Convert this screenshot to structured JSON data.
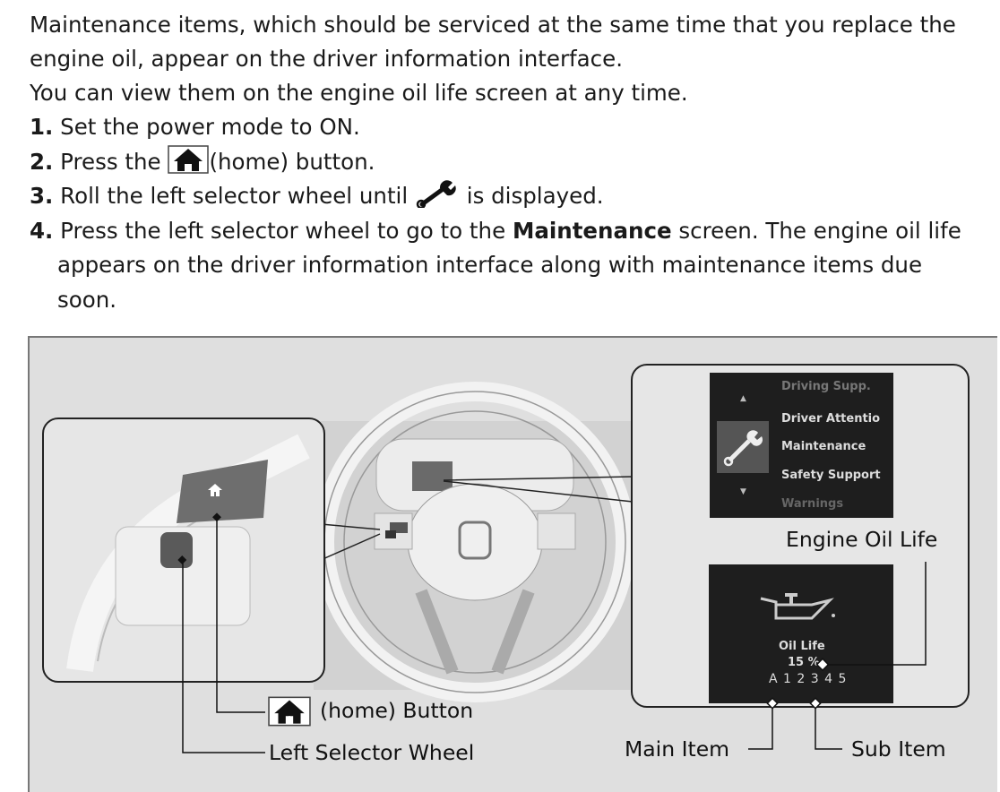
{
  "intro": {
    "line1": "Maintenance items, which should be serviced at the same time that you replace the",
    "line2": "engine oil, appear on the driver information interface.",
    "line3": "You can view them on the engine oil life screen at any time."
  },
  "steps": [
    {
      "num": "1.",
      "text": "Set the power mode to ON."
    },
    {
      "num": "2.",
      "pre": "Press the",
      "icon": "home-icon",
      "post": "(home) button."
    },
    {
      "num": "3.",
      "pre": "Roll the left selector wheel until",
      "icon": "wrench-icon",
      "post": "is displayed."
    },
    {
      "num": "4.",
      "pre": "Press the left selector wheel to go to the",
      "bold": "Maintenance",
      "post": "screen. The engine oil life",
      "cont1": "appears on the driver information interface along with maintenance items due",
      "cont2": "soon."
    }
  ],
  "figure": {
    "menu_items": [
      "Driving Supp.",
      "Driver Attentio",
      "Maintenance",
      "Safety Support",
      "Warnings"
    ],
    "oil_screen": {
      "title": "Oil Life",
      "value": "15 %",
      "codes": "A 1 2 3 4 5"
    },
    "labels": {
      "engine_oil_life": "Engine Oil Life",
      "home_button": "(home) Button",
      "left_selector_wheel": "Left Selector Wheel",
      "main_item": "Main Item",
      "sub_item": "Sub Item"
    }
  }
}
